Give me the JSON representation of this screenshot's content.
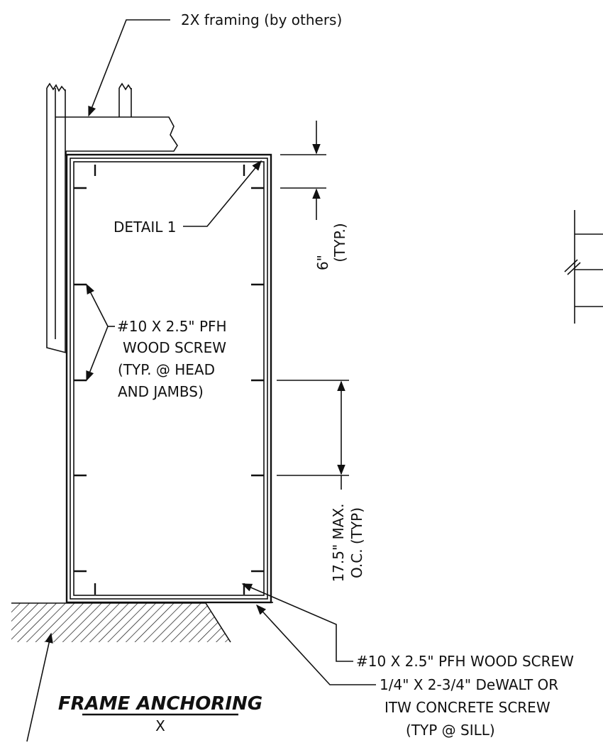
{
  "labels": {
    "framing": "2X framing (by others)",
    "detail": "DETAIL 1",
    "spacing_top": "6\"",
    "spacing_top_note": "(TYP.)",
    "jamb_screw_1": "#10 X 2.5\" PFH",
    "jamb_screw_2": "WOOD SCREW",
    "jamb_screw_3": "(TYP. @ HEAD",
    "jamb_screw_4": "AND JAMBS)",
    "spacing_max_1": "17.5\" MAX.",
    "spacing_max_2": "O.C. (TYP)",
    "sill_wood_screw": "#10 X 2.5\" PFH WOOD SCREW",
    "sill_concrete_1": "1/4\" X 2-3/4\" DeWALT OR",
    "sill_concrete_2": "ITW CONCRETE SCREW",
    "sill_concrete_3": "(TYP @ SILL)"
  },
  "title": {
    "main": "FRAME ANCHORING",
    "sub": "X"
  },
  "colors": {
    "line": "#111111",
    "background": "#ffffff"
  }
}
